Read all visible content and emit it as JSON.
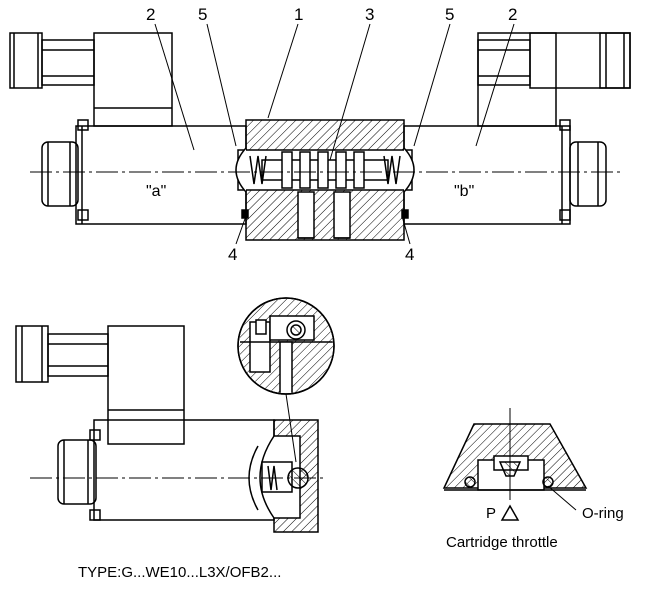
{
  "callouts": {
    "c1": "1",
    "c2_left": "2",
    "c2_right": "2",
    "c3": "3",
    "c4_left": "4",
    "c4_right": "4",
    "c5_left": "5",
    "c5_right": "5"
  },
  "solenoids": {
    "a": "\"a\"",
    "b": "\"b\""
  },
  "throttle": {
    "port": "P",
    "oring": "O-ring",
    "caption": "Cartridge throttle"
  },
  "type_code": "TYPE:G...WE10...L3X/OFB2...",
  "colors": {
    "line": "#000000",
    "hatch": "#000000",
    "background": "#ffffff"
  }
}
